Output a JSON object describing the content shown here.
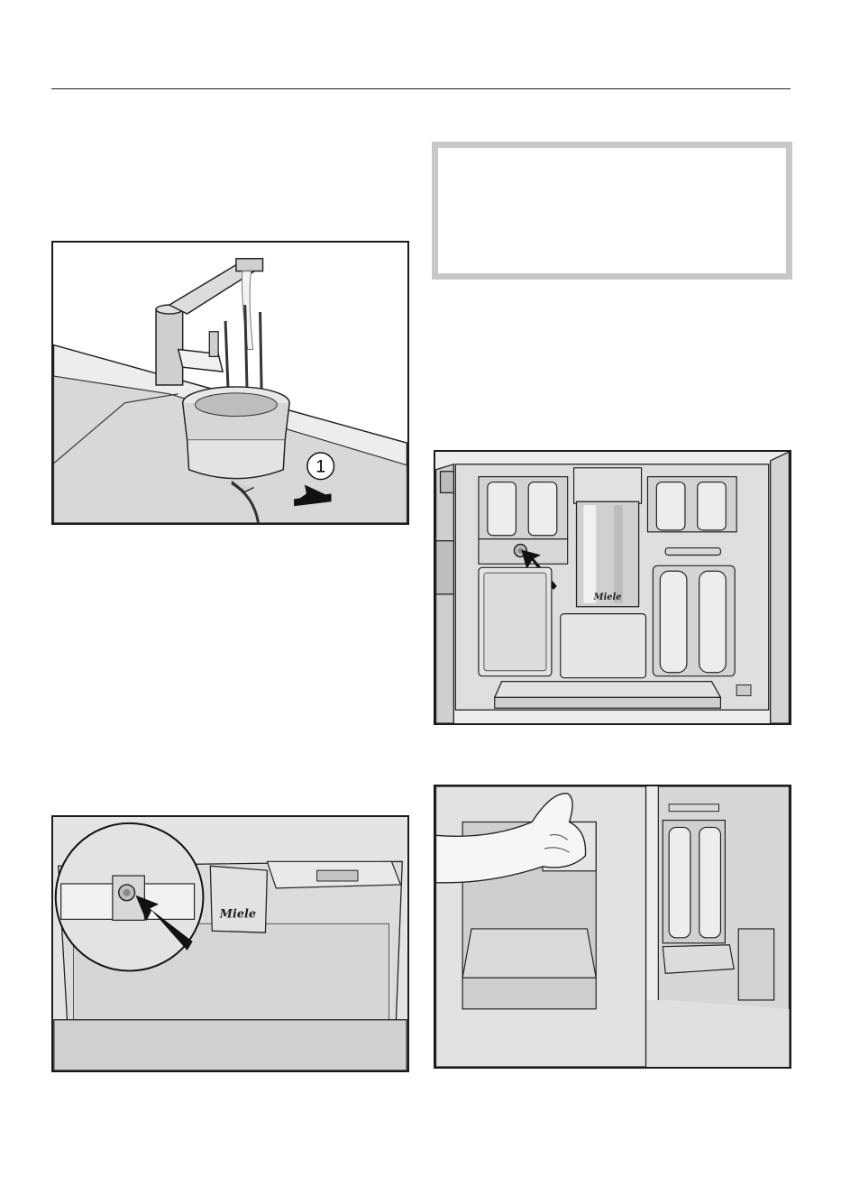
{
  "figures": {
    "tap_cleaning": {
      "callout_number": "1"
    },
    "interior_front": {
      "brand": "Miele"
    },
    "connector_closeup": {
      "brand": "Miele"
    },
    "door_open": {}
  },
  "colors": {
    "line": "#1a1a1a",
    "panel": "#e6e6e6",
    "shade": "#c9c9c9",
    "warning_border": "#c8c8c8"
  }
}
